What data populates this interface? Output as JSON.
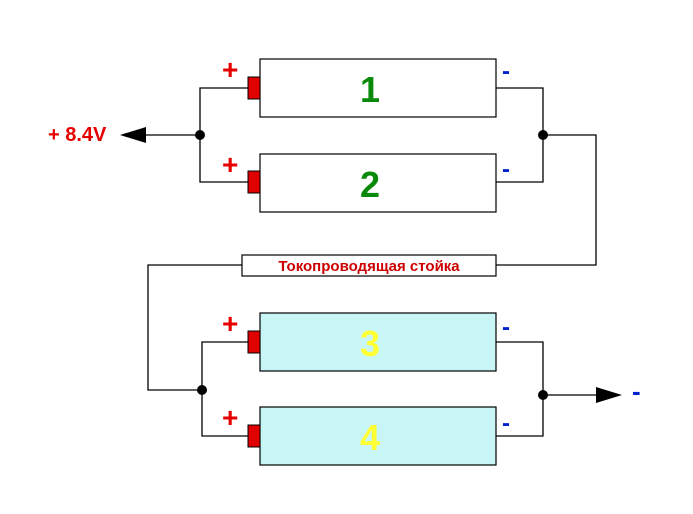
{
  "diagram": {
    "positive_output_label": "+ 8.4V",
    "negative_output_label": "-",
    "connector_label": "Токопроводящая стойка",
    "plus_sign": "+",
    "minus_sign": "-",
    "cells": [
      {
        "label": "1",
        "fill_color": "#ffffff",
        "label_color": "#0a8a0a"
      },
      {
        "label": "2",
        "fill_color": "#ffffff",
        "label_color": "#0a8a0a"
      },
      {
        "label": "3",
        "fill_color": "#c8f5f5",
        "label_color": "#ffff33"
      },
      {
        "label": "4",
        "fill_color": "#c8f5f5",
        "label_color": "#ffff33"
      }
    ],
    "colors": {
      "plus": "#e60000",
      "minus": "#0022cc",
      "positive_output": "#e60000",
      "connector_text": "#cc0000",
      "wire": "#000000"
    }
  }
}
